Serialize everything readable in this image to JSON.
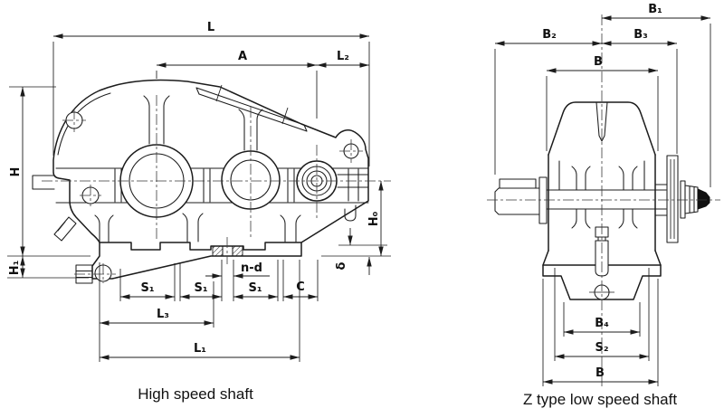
{
  "captions": {
    "left": "High speed shaft",
    "right": "Z type low speed shaft"
  },
  "dims": {
    "left": {
      "L": "L",
      "A": "A",
      "L2": "L₂",
      "H": "H",
      "H1": "H₁",
      "H0": "H₀",
      "delta": "δ",
      "S1_1": "S₁",
      "S1_2": "S₁",
      "S1_3": "S₁",
      "C": "C",
      "nd": "n-d",
      "L3": "L₃",
      "L1": "L₁"
    },
    "right": {
      "B1": "B₁",
      "B2": "B₂",
      "B3": "B₃",
      "B_top": "B",
      "B4": "B₄",
      "S2": "S₂",
      "B_bottom": "B"
    }
  },
  "colors": {
    "line": "#1c1c1c",
    "background": "#ffffff"
  }
}
